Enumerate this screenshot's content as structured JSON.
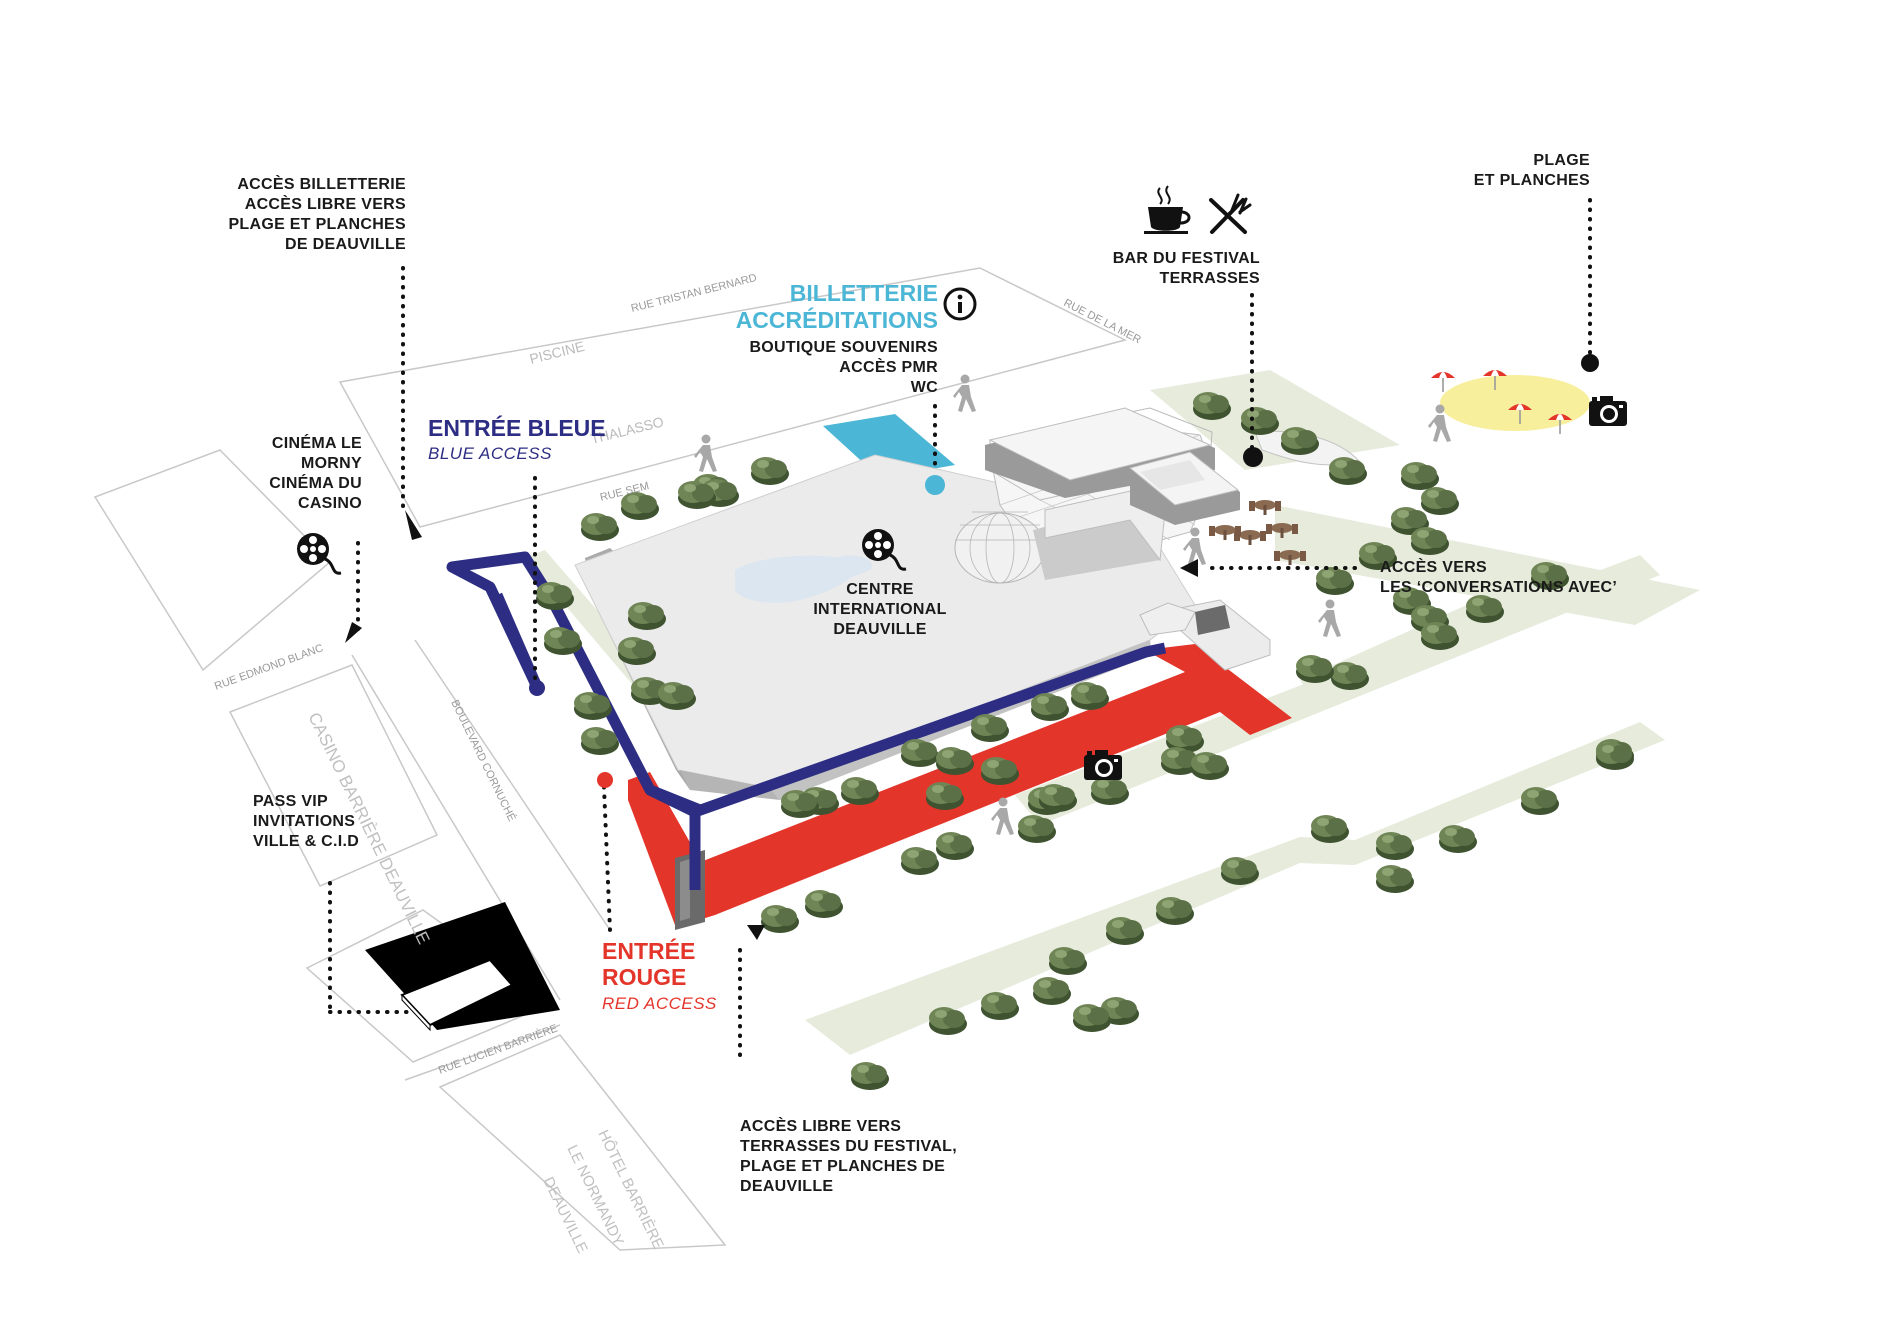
{
  "entries": {
    "blue": {
      "title": "ENTRÉE BLEUE",
      "subtitle": "BLUE ACCESS",
      "color": "#2d2e83"
    },
    "red": {
      "title_line1": "ENTRÉE",
      "title_line2": "ROUGE",
      "subtitle": "RED ACCESS",
      "color": "#e4352b"
    }
  },
  "billetterie": {
    "title_line1": "BILLETTERIE",
    "title_line2": "ACCRÉDITATIONS",
    "color": "#4bb6d6",
    "lines": [
      "BOUTIQUE SOUVENIRS",
      "ACCÈS PMR",
      "WC"
    ],
    "icon": "info-icon"
  },
  "labels": {
    "billetterie_access": [
      "ACCÈS BILLETTERIE",
      "ACCÈS LIBRE VERS",
      "PLAGE ET PLANCHES",
      "DE DEAUVILLE"
    ],
    "cinema": [
      "CINÉMA LE",
      "MORNY",
      "CINÉMA DU",
      "CASINO"
    ],
    "pass_vip": [
      "PASS VIP",
      "INVITATIONS",
      "VILLE & C.I.D"
    ],
    "free_access": [
      "ACCÈS LIBRE VERS",
      "TERRASSES DU FESTIVAL,",
      "PLAGE ET PLANCHES DE",
      "DEAUVILLE"
    ],
    "bar": [
      "BAR DU FESTIVAL",
      "TERRASSES"
    ],
    "plage": [
      "PLAGE",
      "ET PLANCHES"
    ],
    "conversations": [
      "ACCÈS VERS",
      "LES ‘CONVERSATIONS AVEC’"
    ],
    "centre": [
      "CENTRE",
      "INTERNATIONAL",
      "DEAUVILLE"
    ]
  },
  "streets": {
    "tristan_bernard": "RUE TRISTAN BERNARD",
    "rue_de_la_mer": "RUE DE LA MER",
    "piscine": "PISCINE",
    "thalasso": "THALASSO",
    "rue_sem": "RUE SEM",
    "edmond_blanc": "RUE EDMOND BLANC",
    "boulevard_cornuche": "BOULEVARD CORNUCHÉ",
    "lucien_barriere": "RUE LUCIEN BARRIÈRE"
  },
  "buildings": {
    "casino": "CASINO BARRIÈRE DEAUVILLE",
    "hotel": [
      "HÔTEL BARRIÈRE",
      "LE NORMANDY",
      "DEAUVILLE"
    ]
  },
  "icons": [
    "coffee-icon",
    "cutlery-icon",
    "camera-icon",
    "film-reel-icon",
    "pedestrian-icon",
    "info-icon"
  ],
  "colors": {
    "blue_route": "#2d2e83",
    "red_route": "#e4352b",
    "accent_cyan": "#4bb6d6",
    "green": "#5a6e43"
  }
}
